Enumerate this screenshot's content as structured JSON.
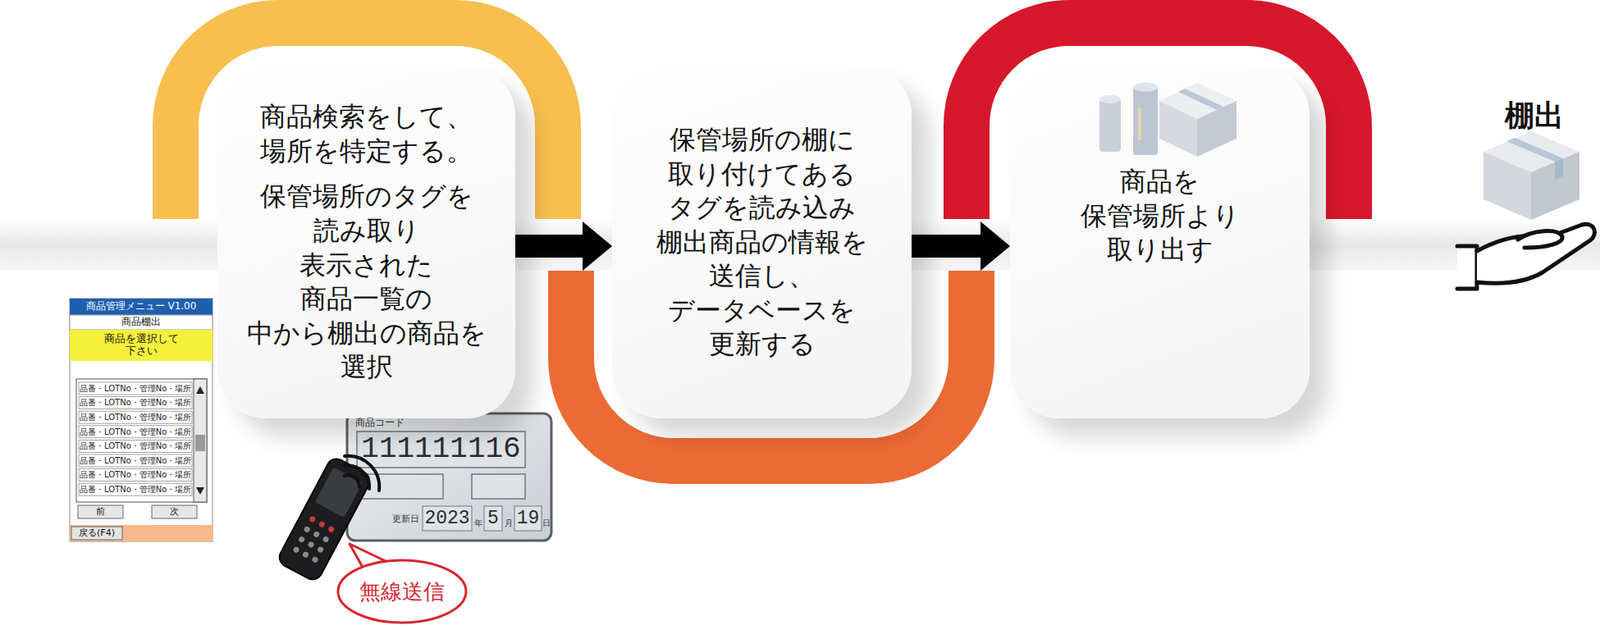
{
  "diagram": {
    "nodes": [
      {
        "text": [
          "商品検索をして、 場所を特定する。",
          "保管場所のタグを 読み取り 表示された 商品一覧の 中から棚出の商品を 選択"
        ]
      },
      {
        "text": [
          "保管場所の棚に 取り付けてある タグを読み込み 棚出商品の情報を 送信し、 データベースを 更新する"
        ]
      },
      {
        "text": [
          "商品を 保管場所より 取り出す"
        ]
      },
      {
        "text": [
          "無線送信"
        ]
      }
    ],
    "edges": [
      {
        "from": 0,
        "to": 1,
        "arrow": "to"
      },
      {
        "from": 1,
        "to": 2,
        "arrow": "to"
      }
    ],
    "labels": [
      "棚出",
      "商品管理メニュー V1.00",
      "商品棚出",
      "商品を選択して 下さい",
      "品番・LOTNo・管理No・場所",
      "品番・LOTNo・管理No・場所",
      "品番・LOTNo・管理No・場所",
      "品番・LOTNo・管理No・場所",
      "品番・LOTNo・管理No・場所",
      "品番・LOTNo・管理No・場所",
      "品番・LOTNo・管理No・場所",
      "品番・LOTNo・管理No・場所",
      "前",
      "次",
      "戻る(F4)",
      "商品コード",
      "111111116",
      "更新日",
      "2023",
      "年",
      "5",
      "月",
      "19",
      "日"
    ]
  }
}
